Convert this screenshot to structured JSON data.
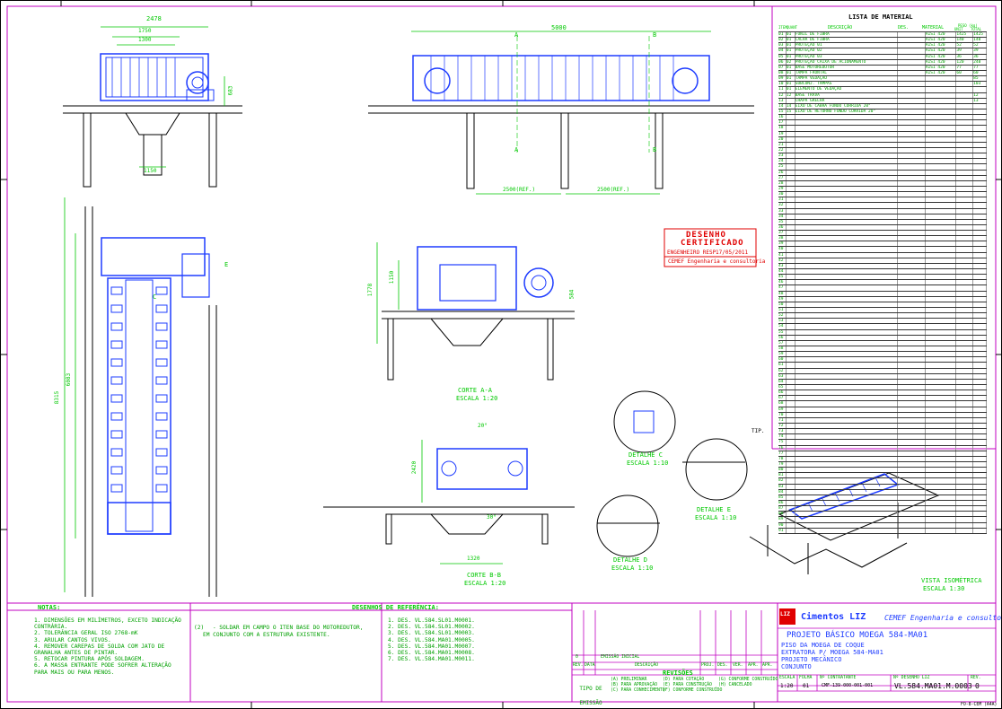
{
  "material_list": {
    "title": "LISTA DE MATERIAL",
    "headers": [
      "ITEM",
      "QUANT",
      "DESCRIÇÃO",
      "DES.",
      "MATERIAL",
      "UNIT",
      "TOTAL"
    ],
    "weight_header": "PESO (kg)",
    "rows": [
      [
        "01",
        "01",
        "FUNIL DE FIBRA",
        "",
        "AISI 420",
        "1425",
        "1425"
      ],
      [
        "02",
        "01",
        "CALHA DE FIBRA",
        "",
        "AISI 420",
        "140",
        "140"
      ],
      [
        "03",
        "01",
        "PROTEÇÃO 01",
        "",
        "AISI 420",
        "52",
        "52"
      ],
      [
        "04",
        "01",
        "PROTEÇÃO 02",
        "",
        "AISI 420",
        "39",
        "39"
      ],
      [
        "05",
        "01",
        "PROTEÇÃO 03",
        "",
        "AISI 420",
        "36",
        "36"
      ],
      [
        "06",
        "02",
        "PROTEÇÃO CAIXA DE ACIONAMENTO",
        "",
        "AISI 420",
        "120",
        "240"
      ],
      [
        "07",
        "01",
        "BASE MOTOREDUTOR",
        "",
        "AISI 420",
        "77",
        "77"
      ],
      [
        "08",
        "01",
        "TAMPA FRONTAL",
        "",
        "AISI 420",
        "60",
        "60"
      ],
      [
        "09",
        "01",
        "TAMPA VEDAÇÃO",
        "",
        "",
        "",
        "85"
      ],
      [
        "10",
        "01",
        "SUBCONJ. TAMPAS",
        "",
        "",
        "",
        "103"
      ],
      [
        "11",
        "01",
        "ELEMENTO DE VEDAÇÃO",
        "",
        "",
        "",
        ""
      ],
      [
        "12",
        "12",
        "BASE TRAVA",
        "",
        "",
        "",
        "12"
      ],
      [
        "13",
        "",
        "CHAPA GRELHA",
        "",
        "",
        "",
        "13"
      ],
      [
        "14",
        "14",
        "EIXO DE CABRA FUNDO CORRIDA 20\"",
        "",
        "",
        "",
        ""
      ],
      [
        "15",
        "15",
        "EIXO DE RETORNO FUNDO CORRIDA 20\"",
        "",
        "",
        "",
        ""
      ],
      [
        "16",
        "",
        "",
        "",
        "",
        "",
        ""
      ],
      [
        "17",
        "",
        "",
        "",
        "",
        "",
        ""
      ],
      [
        "18",
        "",
        "",
        "",
        "",
        "",
        ""
      ],
      [
        "19",
        "",
        "",
        "",
        "",
        "",
        ""
      ],
      [
        "20",
        "",
        "",
        "",
        "",
        "",
        ""
      ],
      [
        "21",
        "",
        "",
        "",
        "",
        "",
        ""
      ],
      [
        "22",
        "",
        "",
        "",
        "",
        "",
        ""
      ],
      [
        "23",
        "",
        "",
        "",
        "",
        "",
        ""
      ],
      [
        "24",
        "",
        "",
        "",
        "",
        "",
        ""
      ],
      [
        "25",
        "",
        "",
        "",
        "",
        "",
        ""
      ],
      [
        "26",
        "",
        "",
        "",
        "",
        "",
        ""
      ],
      [
        "27",
        "",
        "",
        "",
        "",
        "",
        ""
      ],
      [
        "28",
        "",
        "",
        "",
        "",
        "",
        ""
      ],
      [
        "29",
        "",
        "",
        "",
        "",
        "",
        ""
      ],
      [
        "30",
        "",
        "",
        "",
        "",
        "",
        ""
      ],
      [
        "31",
        "",
        "",
        "",
        "",
        "",
        ""
      ],
      [
        "32",
        "",
        "",
        "",
        "",
        "",
        ""
      ],
      [
        "33",
        "",
        "",
        "",
        "",
        "",
        ""
      ],
      [
        "34",
        "",
        "",
        "",
        "",
        "",
        ""
      ],
      [
        "35",
        "",
        "",
        "",
        "",
        "",
        ""
      ],
      [
        "36",
        "",
        "",
        "",
        "",
        "",
        ""
      ],
      [
        "37",
        "",
        "",
        "",
        "",
        "",
        ""
      ],
      [
        "38",
        "",
        "",
        "",
        "",
        "",
        ""
      ],
      [
        "39",
        "",
        "",
        "",
        "",
        "",
        ""
      ],
      [
        "40",
        "",
        "",
        "",
        "",
        "",
        ""
      ],
      [
        "41",
        "",
        "",
        "",
        "",
        "",
        ""
      ],
      [
        "42",
        "",
        "",
        "",
        "",
        "",
        ""
      ],
      [
        "43",
        "",
        "",
        "",
        "",
        "",
        ""
      ],
      [
        "44",
        "",
        "",
        "",
        "",
        "",
        ""
      ],
      [
        "45",
        "",
        "",
        "",
        "",
        "",
        ""
      ],
      [
        "46",
        "",
        "",
        "",
        "",
        "",
        ""
      ],
      [
        "47",
        "",
        "",
        "",
        "",
        "",
        ""
      ],
      [
        "48",
        "",
        "",
        "",
        "",
        "",
        ""
      ],
      [
        "49",
        "",
        "",
        "",
        "",
        "",
        ""
      ],
      [
        "50",
        "",
        "",
        "",
        "",
        "",
        ""
      ],
      [
        "51",
        "",
        "",
        "",
        "",
        "",
        ""
      ],
      [
        "52",
        "",
        "",
        "",
        "",
        "",
        ""
      ],
      [
        "53",
        "",
        "",
        "",
        "",
        "",
        ""
      ],
      [
        "54",
        "",
        "",
        "",
        "",
        "",
        ""
      ],
      [
        "55",
        "",
        "",
        "",
        "",
        "",
        ""
      ],
      [
        "56",
        "",
        "",
        "",
        "",
        "",
        ""
      ],
      [
        "57",
        "",
        "",
        "",
        "",
        "",
        ""
      ],
      [
        "58",
        "",
        "",
        "",
        "",
        "",
        ""
      ],
      [
        "59",
        "",
        "",
        "",
        "",
        "",
        ""
      ],
      [
        "60",
        "",
        "",
        "",
        "",
        "",
        ""
      ],
      [
        "61",
        "",
        "",
        "",
        "",
        "",
        ""
      ],
      [
        "62",
        "",
        "",
        "",
        "",
        "",
        ""
      ],
      [
        "63",
        "",
        "",
        "",
        "",
        "",
        ""
      ],
      [
        "64",
        "",
        "",
        "",
        "",
        "",
        ""
      ],
      [
        "65",
        "",
        "",
        "",
        "",
        "",
        ""
      ],
      [
        "66",
        "",
        "",
        "",
        "",
        "",
        ""
      ],
      [
        "67",
        "",
        "",
        "",
        "",
        "",
        ""
      ],
      [
        "68",
        "",
        "",
        "",
        "",
        "",
        ""
      ],
      [
        "69",
        "",
        "",
        "",
        "",
        "",
        ""
      ],
      [
        "70",
        "",
        "",
        "",
        "",
        "",
        ""
      ],
      [
        "71",
        "",
        "",
        "",
        "",
        "",
        ""
      ],
      [
        "72",
        "",
        "",
        "",
        "",
        "",
        ""
      ],
      [
        "73",
        "",
        "",
        "",
        "",
        "",
        ""
      ],
      [
        "74",
        "",
        "",
        "",
        "",
        "",
        ""
      ],
      [
        "75",
        "",
        "",
        "",
        "",
        "",
        ""
      ],
      [
        "76",
        "",
        "",
        "",
        "",
        "",
        ""
      ],
      [
        "77",
        "",
        "",
        "",
        "",
        "",
        ""
      ],
      [
        "78",
        "",
        "",
        "",
        "",
        "",
        ""
      ],
      [
        "79",
        "",
        "",
        "",
        "",
        "",
        ""
      ],
      [
        "80",
        "",
        "",
        "",
        "",
        "",
        ""
      ],
      [
        "81",
        "",
        "",
        "",
        "",
        "",
        ""
      ],
      [
        "82",
        "",
        "",
        "",
        "",
        "",
        ""
      ],
      [
        "83",
        "",
        "",
        "",
        "",
        "",
        ""
      ],
      [
        "84",
        "",
        "",
        "",
        "",
        "",
        ""
      ],
      [
        "85",
        "",
        "",
        "",
        "",
        "",
        ""
      ],
      [
        "86",
        "",
        "",
        "",
        "",
        "",
        ""
      ],
      [
        "87",
        "",
        "",
        "",
        "",
        "",
        ""
      ],
      [
        "88",
        "",
        "",
        "",
        "",
        "",
        ""
      ],
      [
        "89",
        "",
        "",
        "",
        "",
        "",
        ""
      ],
      [
        "90",
        "",
        "",
        "",
        "",
        "",
        ""
      ],
      [
        "91",
        "",
        "",
        "",
        "",
        "",
        ""
      ]
    ]
  },
  "dimensions": {
    "top_left_width": "2478",
    "top_left_inner1": "1750",
    "top_left_inner2": "1300",
    "top_left_height": "683",
    "top_left_bottom": "1150",
    "top_center_length": "5000",
    "top_center_left": "2500(REF.)",
    "top_center_right": "2500(REF.)",
    "section_height1": "1778",
    "section_height2": "1150",
    "section_height3": "584",
    "left_height1": "8315",
    "left_height2": "6083",
    "section_b_top": "20°",
    "section_b_bottom": "30°",
    "section_b_width": "1320",
    "section_b_height": "2420"
  },
  "labels": {
    "section_a": "A",
    "section_b": "B",
    "detail_e_marker": "E",
    "detail_c_marker": "C",
    "corte_aa": "CORTE A-A",
    "corte_aa_scale": "ESCALA 1:20",
    "corte_bb": "CORTE B-B",
    "corte_bb_scale": "ESCALA 1:20",
    "detalhe_c": "DETALHE C",
    "detalhe_c_scale": "ESCALA 1:10",
    "detalhe_d": "DETALHE D",
    "detalhe_d_scale": "ESCALA 1:10",
    "detalhe_e": "DETALHE E",
    "detalhe_e_scale": "ESCALA 1:10",
    "vista_iso": "VISTA ISOMÉTRICA",
    "vista_iso_scale": "ESCALA 1:30",
    "weld_symbol": "TIP."
  },
  "stamp": {
    "title1": "DESENHO",
    "title2": "CERTIFICADO",
    "line": "ENGENHEIRO RESP.",
    "date": "17/05/2011",
    "company": "CEMEF Engenharia e consultoria"
  },
  "notes": {
    "title": "NOTAS:",
    "items": [
      "1.  DIMENSÕES EM MILÍMETROS, EXCETO INDICAÇÃO",
      "    CONTRÁRIA.",
      "2.  TOLERÂNCIA GERAL ISO 2768-mK",
      "3.  ARULAR CANTOS VIVOS.",
      "4.  REMOVER CAREPAS DE SOLDA COM JATO DE",
      "    GRANALHA ANTES DE PINTAR.",
      "5.  RETOCAR PINTURA APÓS SOLDAGEM.",
      "6.  A MASSA ENTRANTE PODE SOFRER ALTERAÇÃO",
      "    PARA MAIS OU PARA MENOS."
    ],
    "weld_note_marker": "(2)",
    "weld_note": [
      "- SOLDAR EM CAMPO O ITEN BASE DO MOTOREDUTOR,",
      "  EM CONJUNTO COM A ESTRUTURA EXISTENTE."
    ]
  },
  "references": {
    "title": "DESENHOS DE REFERÊNCIA:",
    "items": [
      "1.  DES. VL.584.SL01.M0001.",
      "2.  DES. VL.584.SL01.M0002.",
      "3.  DES. VL.584.SL01.M0003.",
      "4.  DES. VL.584.MA01.M0005.",
      "5.  DES. VL.584.MA01.M0007.",
      "6.  DES. VL.584.MA01.M0008.",
      "7.  DES. VL.584.MA01.M0011."
    ]
  },
  "revisions": {
    "title": "REVISÕES",
    "headers": [
      "REV.",
      "DATA",
      "DESCRIÇÃO",
      "PROJ.",
      "DES.",
      "VER.",
      "APR.",
      "APR.",
      "DATA"
    ],
    "first_row": [
      "0",
      "",
      "EMISSÃO INICIAL",
      "",
      "",
      "",
      "",
      "",
      ""
    ],
    "emission_label": "TIPO DE EMISSÃO",
    "options": [
      "(A) PRELIMINAR",
      "(B) PARA APROVAÇÃO",
      "(C) PARA CONHECIMENTO",
      "(D) PARA COTAÇÃO",
      "(E) PARA CONSTRUÇÃO",
      "(F) CONFORME CONSTRUÍDO",
      "(G) CONFORME CONSTRUÍDO",
      "(H) CANCELADO"
    ]
  },
  "title_block": {
    "logo_text": "LIZ",
    "company_name": "Cimentos LIZ",
    "consultant": "CEMEF Engenharia e consultoria",
    "project": "PROJETO BÁSICO MOEGA 584-MA01",
    "desc1": "PISO DA MOEGA DE COQUE",
    "desc2": "EXTRATORA P/ MOEGA 584-MA01",
    "desc3": "PROJETO MECÂNICO",
    "desc4": "CONJUNTO",
    "escala_label": "ESCALA",
    "escala": "1:20",
    "folha_label": "FOLHA",
    "folha": "01",
    "contratante_label": "Nº CONTRATANTE",
    "contratante": "CMF-139-000-001-001",
    "doc_label": "Nº DESENHO LIZ",
    "doc_number": "VL.584.MA01.M.0003",
    "rev_label": "REV.",
    "rev": "0",
    "format": "FO-8-CEM (A4A)"
  },
  "colors": {
    "line": "#1e3cff",
    "text": "#00c800",
    "frame": "#c000c0",
    "stamp": "#e00000"
  }
}
